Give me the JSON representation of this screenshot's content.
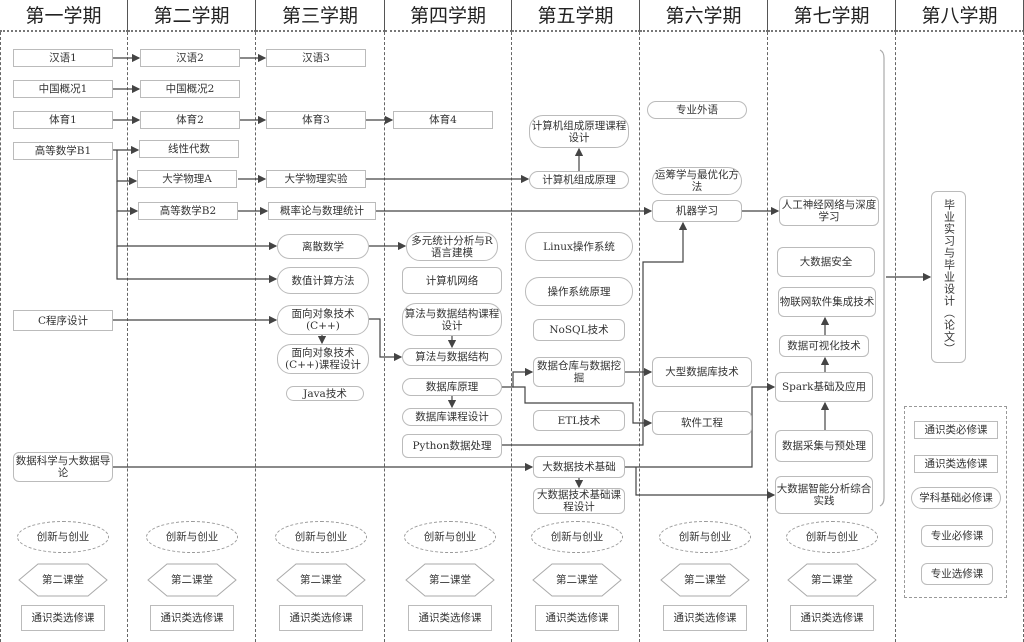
{
  "semesters": [
    "第一学期",
    "第二学期",
    "第三学期",
    "第四学期",
    "第五学期",
    "第六学期",
    "第七学期",
    "第八学期"
  ],
  "courses": {
    "s1": [
      "汉语1",
      "中国概况1",
      "体育1",
      "高等数学B1",
      "C程序设计",
      "数据科学与大数据导论"
    ],
    "s2": [
      "汉语2",
      "中国概况2",
      "体育2",
      "线性代数",
      "大学物理A",
      "高等数学B2"
    ],
    "s3": [
      "汉语3",
      "体育3",
      "大学物理实验",
      "概率论与数理统计",
      "离散数学",
      "数值计算方法",
      "面向对象技术(C++)",
      "面向对象技术(C++)课程设计",
      "Java技术"
    ],
    "s4": [
      "体育4",
      "多元统计分析与R语言建模",
      "计算机网络",
      "算法与数据结构课程设计",
      "算法与数据结构",
      "数据库原理",
      "数据库课程设计",
      "Python数据处理"
    ],
    "s5": [
      "计算机组成原理课程设计",
      "计算机组成原理",
      "Linux操作系统",
      "操作系统原理",
      "NoSQL技术",
      "数据仓库与数据挖掘",
      "ETL技术",
      "大数据技术基础",
      "大数据技术基础课程设计"
    ],
    "s6": [
      "专业外语",
      "运筹学与最优化方法",
      "机器学习",
      "大型数据库技术",
      "软件工程"
    ],
    "s7": [
      "人工神经网络与深度学习",
      "大数据安全",
      "物联网软件集成技术",
      "数据可视化技术",
      "Spark基础及应用",
      "数据采集与预处理",
      "大数据智能分析综合实践"
    ],
    "s8": [
      "毕业实习与毕业设计（论文）"
    ]
  },
  "common": {
    "innovation": "创新与创业",
    "second_classroom": "第二课堂",
    "general_elective": "通识类选修课"
  },
  "legend": [
    "通识类必修课",
    "通识类选修课",
    "学科基础必修课",
    "专业必修课",
    "专业选修课"
  ]
}
